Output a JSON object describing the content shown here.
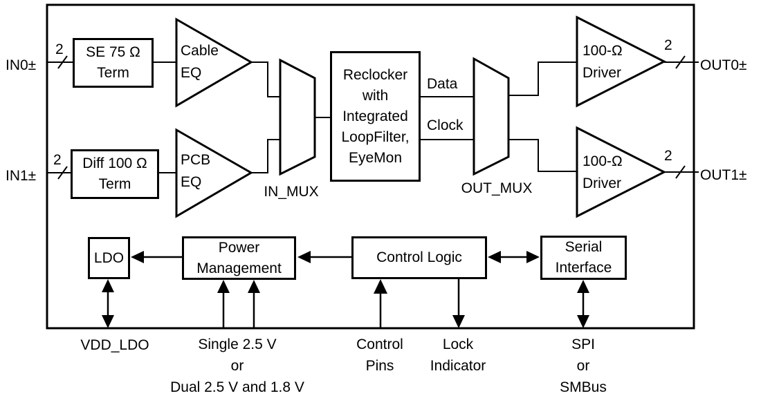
{
  "diagram": {
    "ports": {
      "in0": {
        "label": "IN0±",
        "bus_width": "2"
      },
      "in1": {
        "label": "IN1±",
        "bus_width": "2"
      },
      "out0": {
        "label": "OUT0±",
        "bus_width": "2"
      },
      "out1": {
        "label": "OUT1±",
        "bus_width": "2"
      }
    },
    "blocks": {
      "se_term": "SE 75 Ω\nTerm",
      "diff_term": "Diff 100 Ω\nTerm",
      "cable_eq": "Cable\nEQ",
      "pcb_eq": "PCB\nEQ",
      "in_mux": "IN_MUX",
      "reclocker": "Reclocker\nwith\nIntegrated\nLoopFilter,\nEyeMon",
      "out_mux": "OUT_MUX",
      "driver_top": "100-Ω\nDriver",
      "driver_bottom": "100-Ω\nDriver",
      "ldo": "LDO",
      "power_management": "Power\nManagement",
      "control_logic": "Control Logic",
      "serial_interface": "Serial\nInterface"
    },
    "signals": {
      "data": "Data",
      "clock": "Clock"
    },
    "external_pins": {
      "vdd_ldo": "VDD_LDO",
      "supply": "Single 2.5 V\nor\nDual 2.5 V and 1.8 V",
      "control_pins": "Control\nPins",
      "lock_indicator": "Lock\nIndicator",
      "serial_bus": "SPI\nor\nSMBus"
    },
    "colors": {
      "line": "#000000",
      "background": "#ffffff"
    }
  }
}
